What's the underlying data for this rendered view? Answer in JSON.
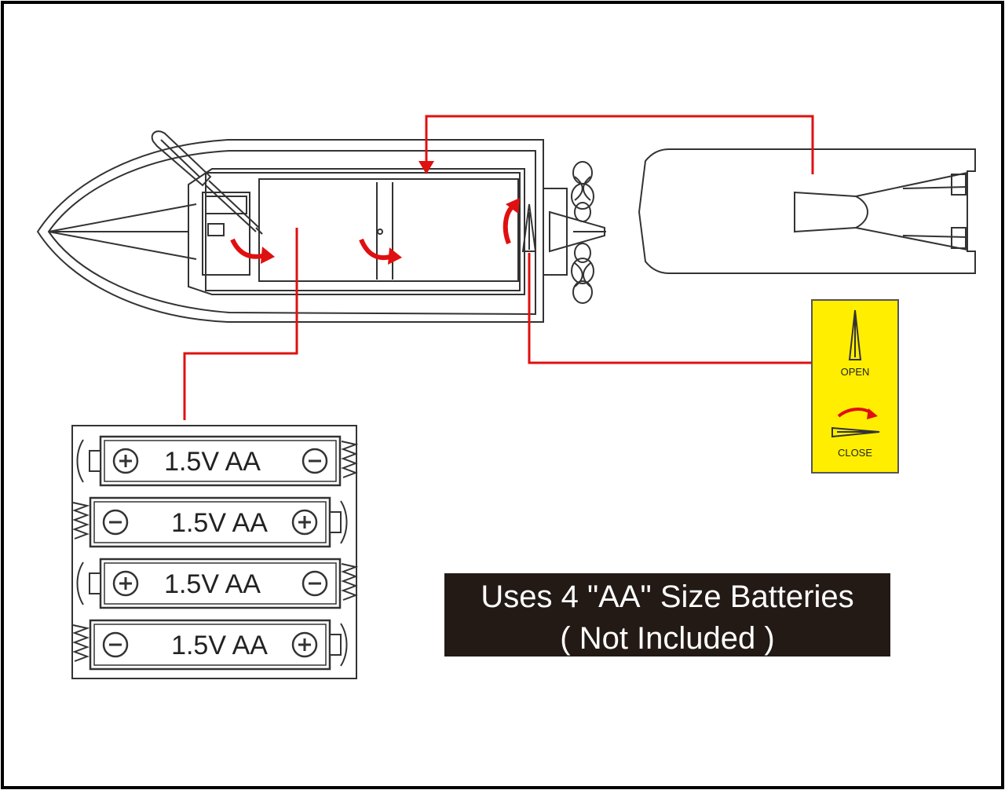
{
  "colors": {
    "outline": "#333333",
    "pointer": "#e01010",
    "switch_panel": "#ffee00",
    "notice_bg": "#231a16",
    "notice_text": "#ffffff",
    "frame": "#000000"
  },
  "batteries": [
    {
      "label": "1.5V AA",
      "left_terminal": "+",
      "right_terminal": "−"
    },
    {
      "label": "1.5V AA",
      "left_terminal": "−",
      "right_terminal": "+"
    },
    {
      "label": "1.5V AA",
      "left_terminal": "+",
      "right_terminal": "−"
    },
    {
      "label": "1.5V AA",
      "left_terminal": "−",
      "right_terminal": "+"
    }
  ],
  "switch_panel": {
    "open_label": "OPEN",
    "close_label": "CLOSE"
  },
  "notice": {
    "line1": "Uses 4 \"AA\" Size Batteries",
    "line2": "( Not Included )"
  },
  "icons": {
    "screwdriver": "screwdriver-icon",
    "rotate_arrow": "rotate-arrow-icon",
    "latch": "latch-icon",
    "propeller": "propeller-icon"
  }
}
